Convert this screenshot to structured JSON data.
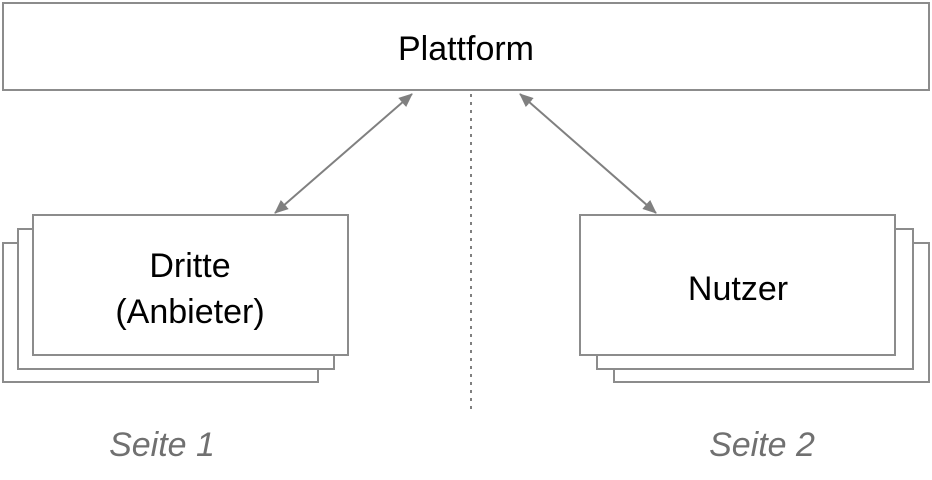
{
  "platform": {
    "label": "Plattform"
  },
  "third_party": {
    "line1": "Dritte",
    "line2": "(Anbieter)"
  },
  "users": {
    "label": "Nutzer"
  },
  "sides": {
    "left": "Seite 1",
    "right": "Seite 2"
  },
  "colors": {
    "stroke": "#8c8c8c",
    "arrow": "#808080",
    "side_label": "#707070",
    "text": "#000000"
  }
}
